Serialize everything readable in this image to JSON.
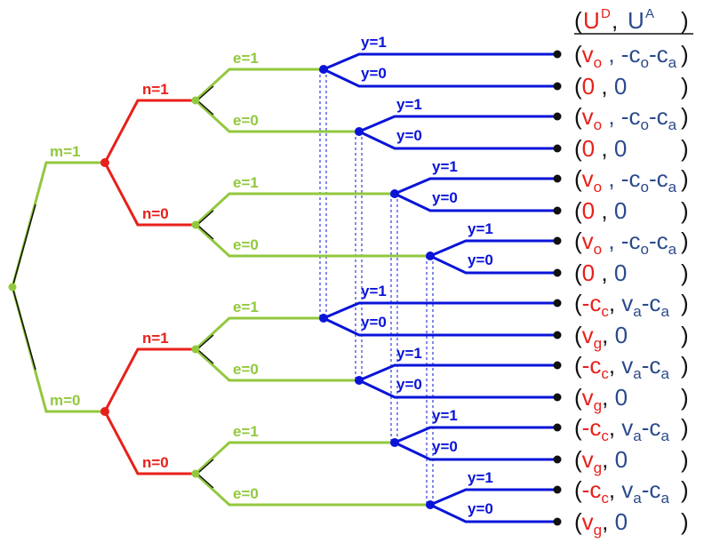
{
  "header": {
    "open": "(",
    "ud": "U",
    "ud_sup": "D",
    "sep": ", ",
    "ua": "U",
    "ua_sup": "A",
    "close": ")"
  },
  "labels": {
    "m1": "m=1",
    "m0": "m=0",
    "n1": "n=1",
    "n0": "n=0",
    "e1": "e=1",
    "e0": "e=0",
    "y1": "y=1",
    "y0": "y=0"
  },
  "payoffs": {
    "row_m1_y1": {
      "open": "(",
      "a": "v",
      "a_sub": "o",
      "sep": " , -c",
      "b_sub": "o",
      "mid": "-c",
      "c_sub": "a",
      "close": ")"
    },
    "row_m1_y0": {
      "text": "(0 , 0",
      "zero": "0",
      "close": ")"
    },
    "row_m0_y1": {
      "open": "(-c",
      "a_sub": "c",
      "sep": ", v",
      "b_sub": "a",
      "mid": "-c",
      "c_sub": "a",
      "close": ")"
    },
    "row_m0_y0": {
      "open": "(",
      "a": "v",
      "a_sub": "g",
      "sep": ", 0",
      "close": ")"
    }
  },
  "colors": {
    "green": "#92c83e",
    "red": "#e8201a",
    "blue": "#0a14d8",
    "black": "#111111",
    "payoff_red": "#e8201a",
    "payoff_blue": "#2a4a8c"
  }
}
